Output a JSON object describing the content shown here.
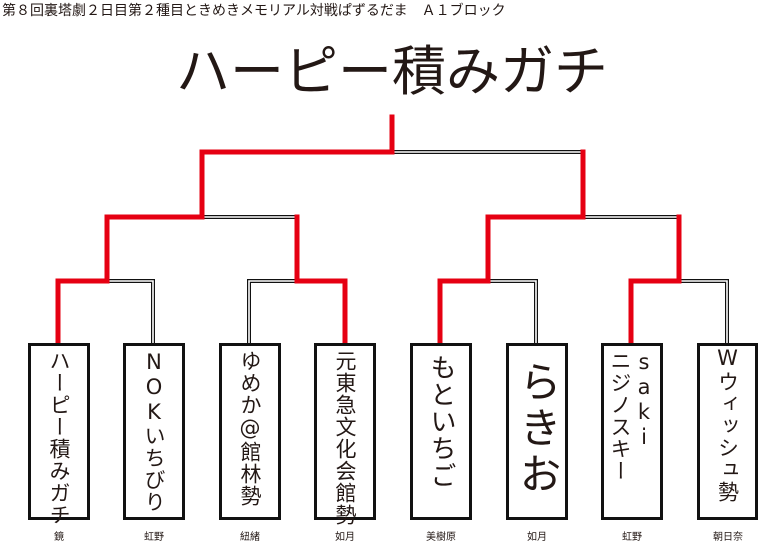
{
  "header": "第８回裏塔劇２日目第２種目ときめきメモリアル対戦ぱずるだま　Ａ１ブロック",
  "champion": "ハーピー積みガチ",
  "colors": {
    "winner_line": "#e60012",
    "line": "#111111"
  },
  "entrants": [
    {
      "name": "ハーピー積みガチ",
      "affiliation": "鏡"
    },
    {
      "name": "NOKいちびり",
      "affiliation": "虹野"
    },
    {
      "name": "ゆめか@館林勢",
      "affiliation": "紐緒"
    },
    {
      "name": "元東急文化会館勢",
      "affiliation": "如月"
    },
    {
      "name": "もといちご",
      "affiliation": "美樹原"
    },
    {
      "name": "らきお",
      "affiliation": "如月"
    },
    {
      "name": "saki\nニジノスキー",
      "affiliation": "虹野"
    },
    {
      "name": "Wウィッシュ勢",
      "affiliation": "朝日奈"
    }
  ]
}
